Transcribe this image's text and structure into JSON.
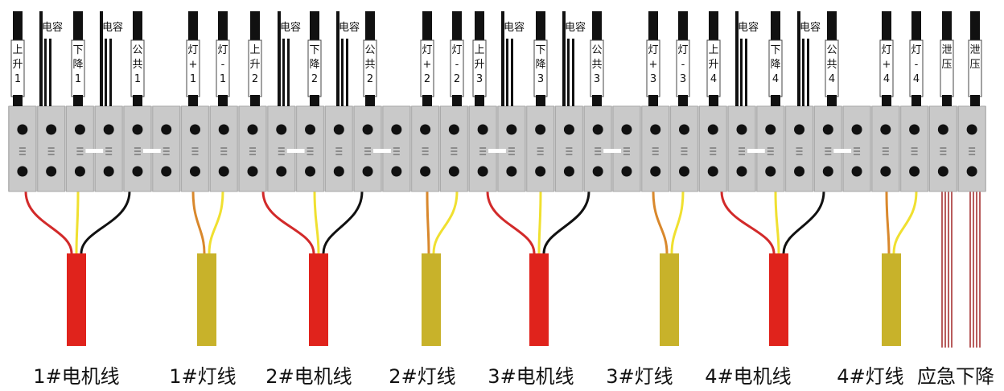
{
  "wire_labels": [
    {
      "text": "上升1",
      "variant": "wire"
    },
    {
      "text": "电容",
      "variant": "cap"
    },
    {
      "text": "下降1",
      "variant": "wire"
    },
    {
      "text": "电容",
      "variant": "cap"
    },
    {
      "text": "公共1",
      "variant": "wire"
    },
    {
      "text": "灯+1",
      "variant": "wire"
    },
    {
      "text": "灯-1",
      "variant": "wire"
    },
    {
      "text": "上升2",
      "variant": "wire"
    },
    {
      "text": "电容",
      "variant": "cap"
    },
    {
      "text": "下降2",
      "variant": "wire"
    },
    {
      "text": "电容",
      "variant": "cap"
    },
    {
      "text": "公共2",
      "variant": "wire"
    },
    {
      "text": "灯+2",
      "variant": "wire"
    },
    {
      "text": "灯-2",
      "variant": "wire"
    },
    {
      "text": "上升3",
      "variant": "wire"
    },
    {
      "text": "电容",
      "variant": "cap"
    },
    {
      "text": "下降3",
      "variant": "wire"
    },
    {
      "text": "电容",
      "variant": "cap"
    },
    {
      "text": "公共3",
      "variant": "wire"
    },
    {
      "text": "灯+3",
      "variant": "wire"
    },
    {
      "text": "灯-3",
      "variant": "wire"
    },
    {
      "text": "上升4",
      "variant": "wire"
    },
    {
      "text": "电容",
      "variant": "cap"
    },
    {
      "text": "下降4",
      "variant": "wire"
    },
    {
      "text": "电容",
      "variant": "cap"
    },
    {
      "text": "公共4",
      "variant": "wire"
    },
    {
      "text": "灯+4",
      "variant": "wire"
    },
    {
      "text": "灯-4",
      "variant": "wire"
    },
    {
      "text": "泄压",
      "variant": "wire"
    },
    {
      "text": "泄压",
      "variant": "wire"
    }
  ],
  "cables": [
    {
      "kind": "motor",
      "caption": "1#电机线"
    },
    {
      "kind": "light",
      "caption": "1#灯线"
    },
    {
      "kind": "motor",
      "caption": "2#电机线"
    },
    {
      "kind": "light",
      "caption": "2#灯线"
    },
    {
      "kind": "motor",
      "caption": "3#电机线"
    },
    {
      "kind": "light",
      "caption": "3#灯线"
    },
    {
      "kind": "motor",
      "caption": "4#电机线"
    },
    {
      "kind": "light",
      "caption": "4#灯线"
    },
    {
      "kind": "emergency",
      "caption": "应急下降"
    }
  ],
  "colors": {
    "motor_sleeve": "#e0231c",
    "light_sleeve": "#c8b22a",
    "emergency_wire": "#b04a4a",
    "wire_red": "#d22a2a",
    "wire_yellow": "#f0e030",
    "wire_black": "#111111",
    "wire_orange": "#d9882c",
    "terminal_body": "#c9c9c9"
  }
}
